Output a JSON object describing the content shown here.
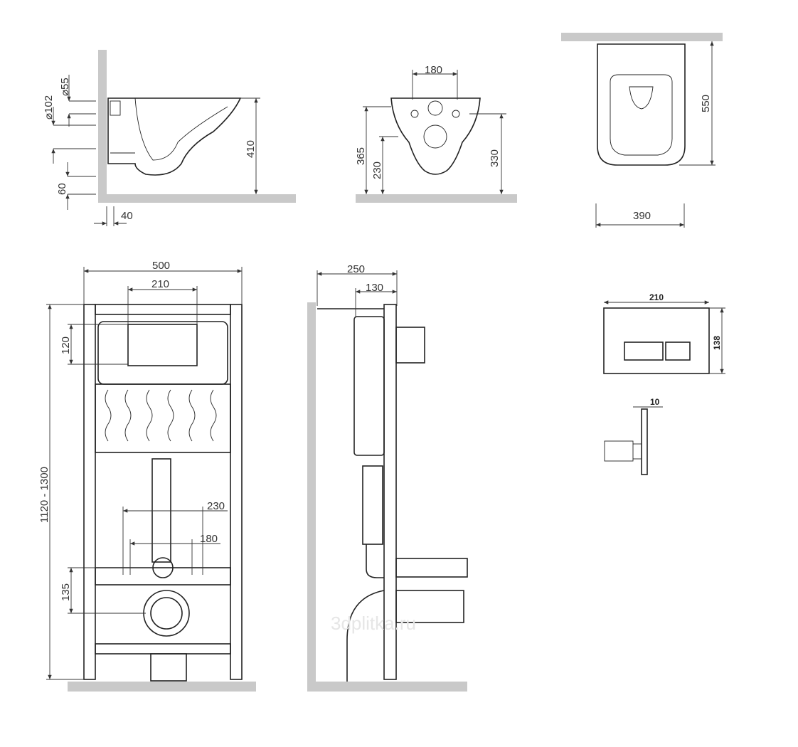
{
  "side_view": {
    "d55": "⌀55",
    "d102": "⌀102",
    "h60": "60",
    "w40": "40",
    "h410": "410"
  },
  "front_view": {
    "w180": "180",
    "h365": "365",
    "h230": "230",
    "h330": "330"
  },
  "top_view": {
    "l550": "550",
    "w390": "390"
  },
  "frame_front": {
    "w500": "500",
    "w210": "210",
    "h120": "120",
    "h_range": "1120 - 1300",
    "w230": "230",
    "w180": "180",
    "h135": "135"
  },
  "frame_side": {
    "d250": "250",
    "d130": "130"
  },
  "flush_plate": {
    "w210": "210",
    "h138": "138",
    "t10": "10"
  },
  "watermark": "3dplitka.ru",
  "colors": {
    "wall": "#c9c9c9",
    "line": "#222222"
  }
}
